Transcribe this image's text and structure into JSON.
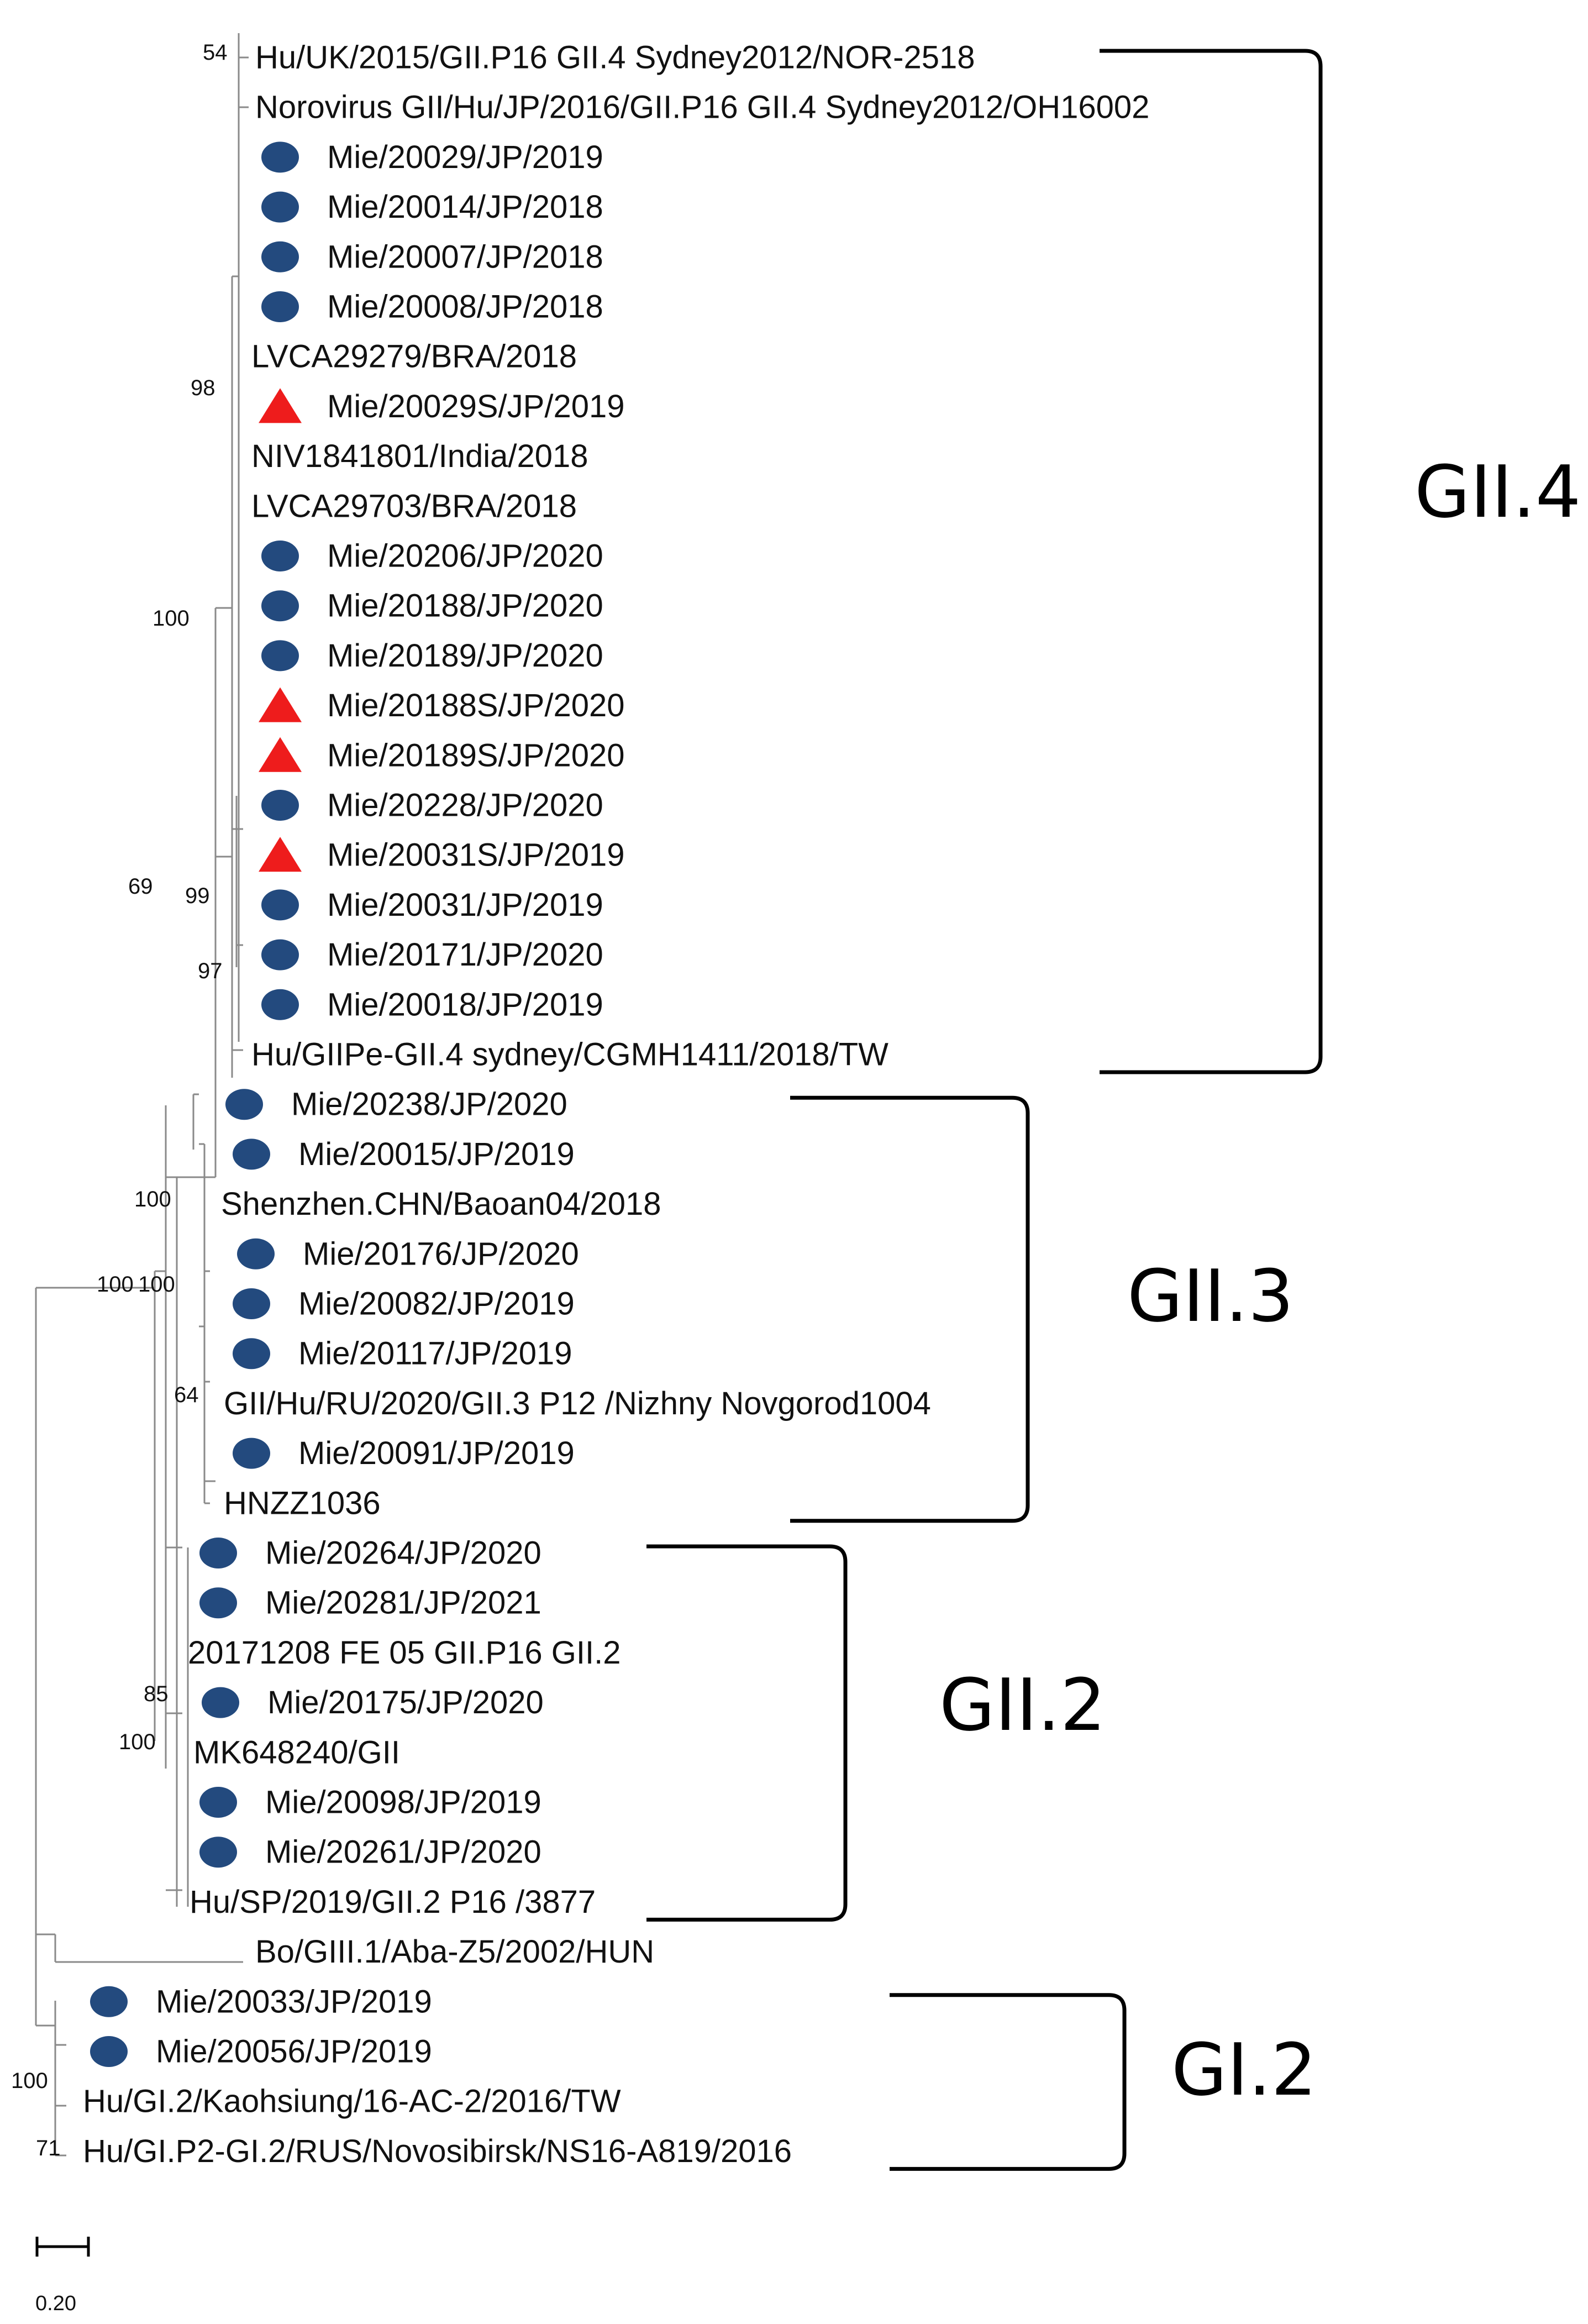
{
  "colors": {
    "branch": "#8a8a8a",
    "bracket": "#000000",
    "circle_marker": "#234a7e",
    "triangle_marker": "#ee1c1c"
  },
  "leaves": [
    {
      "label": "Hu/UK/2015/GII.P16 GII.4 Sydney2012/NOR-2518",
      "marker": "none"
    },
    {
      "label": "Norovirus GII/Hu/JP/2016/GII.P16 GII.4 Sydney2012/OH16002",
      "marker": "none"
    },
    {
      "label": "Mie/20029/JP/2019",
      "marker": "circle"
    },
    {
      "label": "Mie/20014/JP/2018",
      "marker": "circle"
    },
    {
      "label": "Mie/20007/JP/2018",
      "marker": "circle"
    },
    {
      "label": "Mie/20008/JP/2018",
      "marker": "circle"
    },
    {
      "label": "LVCA29279/BRA/2018",
      "marker": "none"
    },
    {
      "label": "Mie/20029S/JP/2019",
      "marker": "triangle"
    },
    {
      "label": "NIV1841801/India/2018",
      "marker": "none"
    },
    {
      "label": "LVCA29703/BRA/2018",
      "marker": "none"
    },
    {
      "label": "Mie/20206/JP/2020",
      "marker": "circle"
    },
    {
      "label": "Mie/20188/JP/2020",
      "marker": "circle"
    },
    {
      "label": "Mie/20189/JP/2020",
      "marker": "circle"
    },
    {
      "label": "Mie/20188S/JP/2020",
      "marker": "triangle"
    },
    {
      "label": "Mie/20189S/JP/2020",
      "marker": "triangle"
    },
    {
      "label": "Mie/20228/JP/2020",
      "marker": "circle"
    },
    {
      "label": "Mie/20031S/JP/2019",
      "marker": "triangle"
    },
    {
      "label": "Mie/20031/JP/2019",
      "marker": "circle"
    },
    {
      "label": "Mie/20171/JP/2020",
      "marker": "circle"
    },
    {
      "label": "Mie/20018/JP/2019",
      "marker": "circle"
    },
    {
      "label": "Hu/GIIPe-GII.4 sydney/CGMH1411/2018/TW",
      "marker": "none"
    },
    {
      "label": "Mie/20238/JP/2020",
      "marker": "circle"
    },
    {
      "label": "Mie/20015/JP/2019",
      "marker": "circle"
    },
    {
      "label": "Shenzhen.CHN/Baoan04/2018",
      "marker": "none"
    },
    {
      "label": "Mie/20176/JP/2020",
      "marker": "circle"
    },
    {
      "label": "Mie/20082/JP/2019",
      "marker": "circle"
    },
    {
      "label": "Mie/20117/JP/2019",
      "marker": "circle"
    },
    {
      "label": "GII/Hu/RU/2020/GII.3 P12 /Nizhny Novgorod1004",
      "marker": "none"
    },
    {
      "label": "Mie/20091/JP/2019",
      "marker": "circle"
    },
    {
      "label": "HNZZ1036",
      "marker": "none"
    },
    {
      "label": "Mie/20264/JP/2020",
      "marker": "circle"
    },
    {
      "label": "Mie/20281/JP/2021",
      "marker": "circle"
    },
    {
      "label": "20171208 FE 05 GII.P16 GII.2",
      "marker": "none"
    },
    {
      "label": "Mie/20175/JP/2020",
      "marker": "circle"
    },
    {
      "label": "MK648240/GII",
      "marker": "none"
    },
    {
      "label": "Mie/20098/JP/2019",
      "marker": "circle"
    },
    {
      "label": "Mie/20261/JP/2020",
      "marker": "circle"
    },
    {
      "label": "Hu/SP/2019/GII.2 P16 /3877",
      "marker": "none"
    },
    {
      "label": "Bo/GIII.1/Aba-Z5/2002/HUN",
      "marker": "none"
    },
    {
      "label": "Mie/20033/JP/2019",
      "marker": "circle"
    },
    {
      "label": "Mie/20056/JP/2019",
      "marker": "circle"
    },
    {
      "label": "Hu/GI.2/Kaohsiung/16-AC-2/2016/TW",
      "marker": "none"
    },
    {
      "label": "Hu/GI.P2-GI.2/RUS/Novosibirsk/NS16-A819/2016",
      "marker": "none"
    }
  ],
  "bootstrap_values": [
    "54",
    "98",
    "100",
    "69",
    "99",
    "97",
    "100",
    "100",
    "100",
    "64",
    "85",
    "100",
    "100",
    "71"
  ],
  "clades": [
    {
      "name": "GII.4",
      "first_leaf": 0,
      "last_leaf": 20
    },
    {
      "name": "GII.3",
      "first_leaf": 21,
      "last_leaf": 29
    },
    {
      "name": "GII.2",
      "first_leaf": 30,
      "last_leaf": 37
    },
    {
      "name": "GI.2",
      "first_leaf": 39,
      "last_leaf": 42
    }
  ],
  "scale_bar": {
    "value": 0.2,
    "label": "0.20"
  }
}
